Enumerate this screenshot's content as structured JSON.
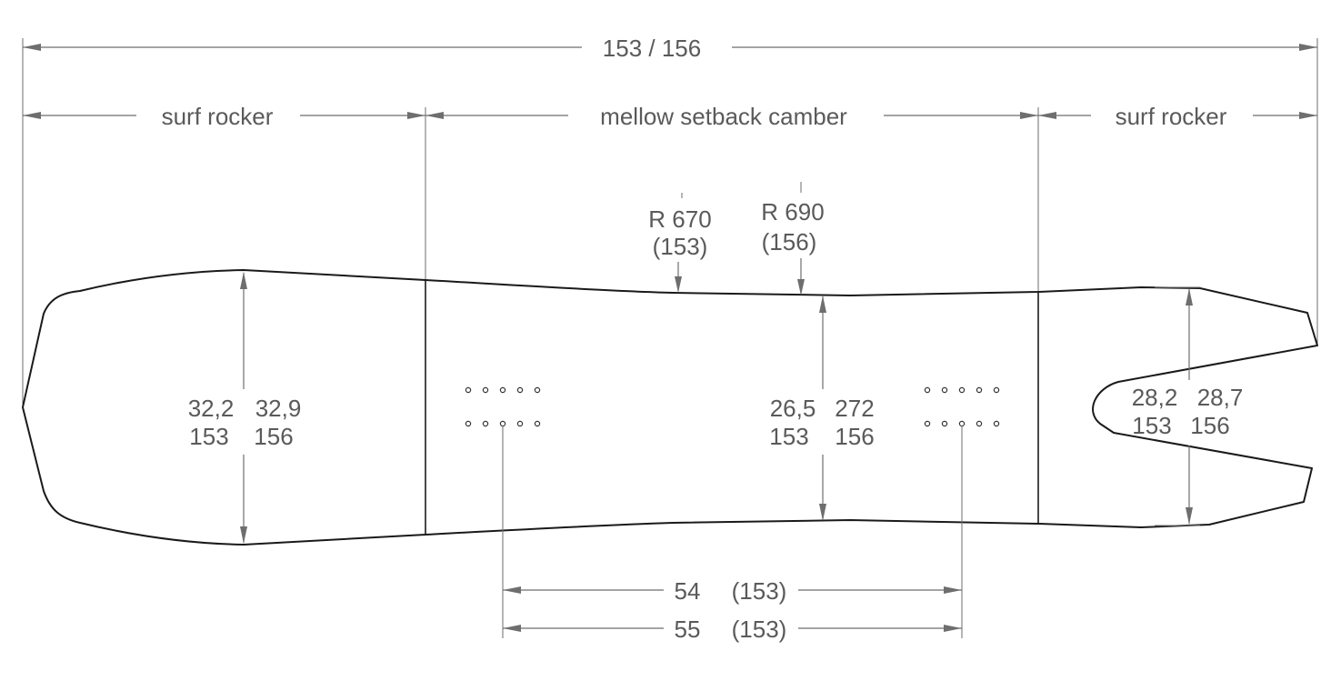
{
  "dimensions": {
    "overall_length": "153 / 156",
    "zones": {
      "nose": "surf rocker",
      "center": "mellow setback camber",
      "tail": "surf rocker"
    },
    "sidecut": {
      "r153_value": "R  670",
      "r153_size": "(153)",
      "r156_value": "R 690",
      "r156_size": "(156)"
    },
    "nose_width": {
      "val153": "32,2",
      "val156": "32,9",
      "size153": "153",
      "size156": "156"
    },
    "waist_width": {
      "val153": "26,5",
      "val156": "272",
      "size153": "153",
      "size156": "156"
    },
    "tail_width": {
      "val153": "28,2",
      "val156": "28,7",
      "size153": "153",
      "size156": "156"
    },
    "stance_1": {
      "value": "54",
      "size": "(153)"
    },
    "stance_2": {
      "value": "55",
      "size": "(153)"
    }
  }
}
